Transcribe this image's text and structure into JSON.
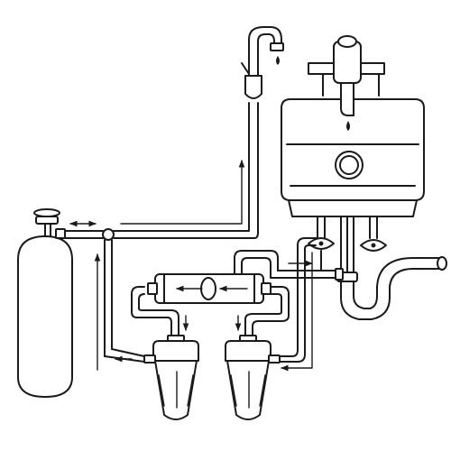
{
  "diagram": {
    "kind": "reverse-osmosis-under-sink-water-filter-installation",
    "labels": [],
    "components": [
      "pressure-tank",
      "tank-valve",
      "tee-junction",
      "membrane-housing",
      "pre-filter-canister",
      "post-filter-canister",
      "sink-basin",
      "main-faucet",
      "ro-gooseneck-faucet",
      "shutoff-valve-left",
      "shutoff-valve-right",
      "drain-p-trap",
      "drain-saddle"
    ],
    "flow_arrows": [
      "tank-bidirectional",
      "up-to-ro-faucet",
      "membrane-left",
      "membrane-right",
      "pre-filter-down",
      "post-filter-down",
      "to-drain-right",
      "supply-left",
      "return-up"
    ],
    "colors": {
      "stroke": "#1a1a1a",
      "background": "#ffffff",
      "water_drop": "#1a1a1a"
    }
  }
}
